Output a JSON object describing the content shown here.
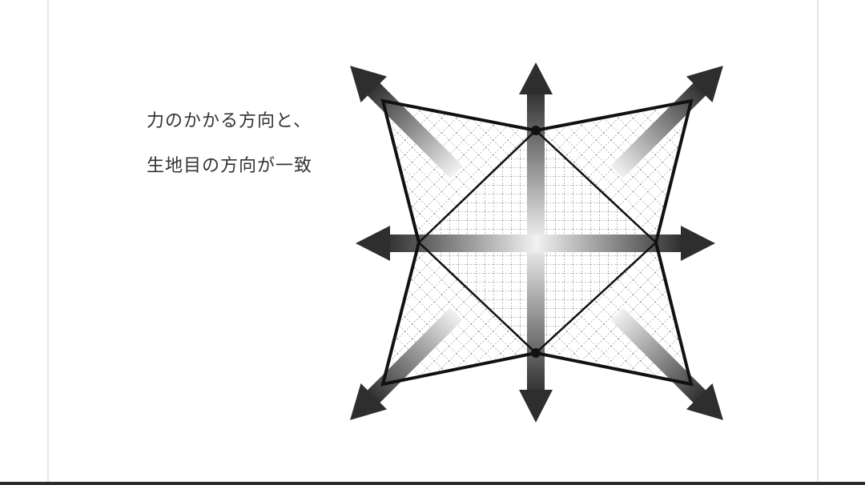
{
  "caption": {
    "line1": "力のかかる方向と、",
    "line2": "生地目の方向が一致"
  },
  "diagram": {
    "description_free": true,
    "colors": {
      "outline": "#111111",
      "grid": "#555555",
      "arrow_dark": "#333333",
      "arrow_light": "#f2f2f2"
    },
    "icons": [
      "arrow-up",
      "arrow-down",
      "arrow-left",
      "arrow-right",
      "arrow-up-left",
      "arrow-up-right",
      "arrow-down-left",
      "arrow-down-right"
    ]
  }
}
